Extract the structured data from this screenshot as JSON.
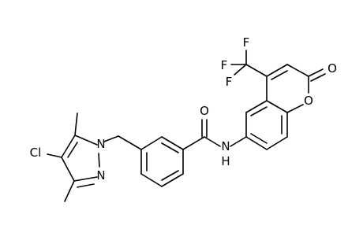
{
  "molecule": {
    "atoms": {
      "cl": "Cl",
      "n_ring_1": "N",
      "n_ring_2": "N",
      "n_amide": "N",
      "h_amide": "H",
      "o_amide": "O",
      "o_ring": "O",
      "o_carbonyl": "O",
      "f_1": "F",
      "f_2": "F",
      "f_3": "F"
    }
  }
}
